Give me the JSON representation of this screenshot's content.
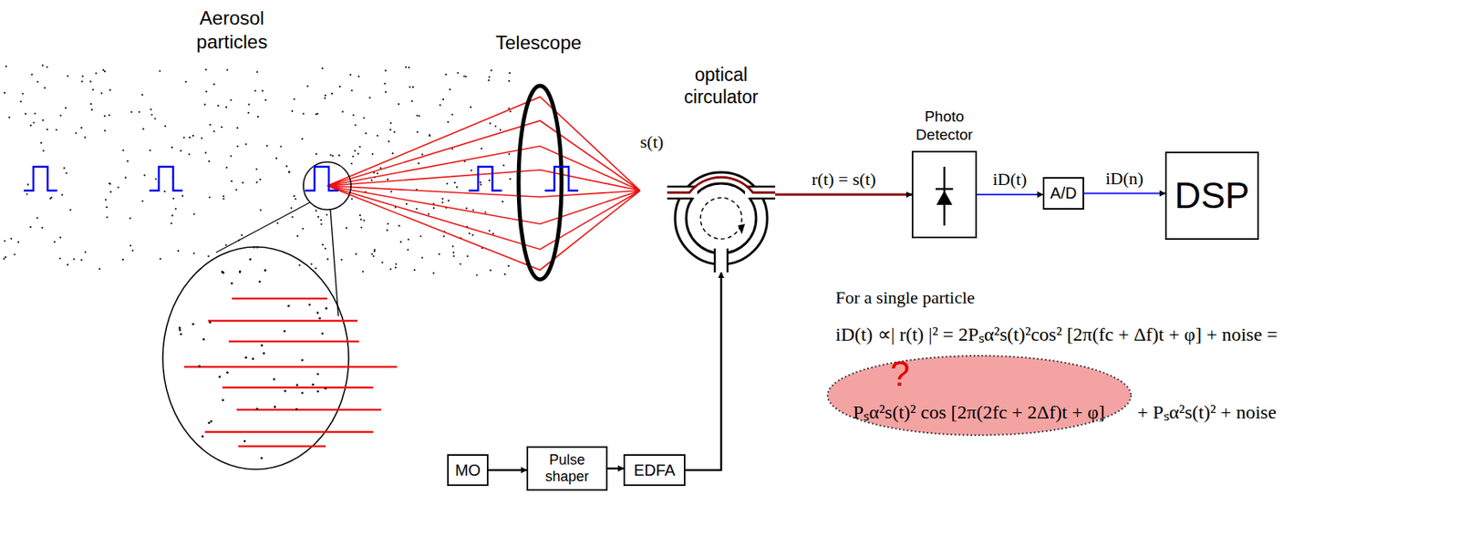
{
  "diagram": {
    "nodes": [
      {
        "text": [
          "optical circulator"
        ]
      },
      {
        "text": [
          "Photo Detector"
        ]
      },
      {
        "text": [
          "A/D"
        ]
      },
      {
        "text": [
          "DSP"
        ]
      },
      {
        "text": [
          "MO"
        ]
      },
      {
        "text": [
          "Pulse shaper"
        ]
      },
      {
        "text": [
          "EDFA"
        ]
      },
      {
        "text": [
          "?",
          "Pₛα²s(t)² cos [2π(2fc + 2Δf)t + φ]"
        ]
      }
    ],
    "edges": [
      {
        "from": 0,
        "to": 1,
        "arrow": "to",
        "label": "r(t) = s(t)"
      },
      {
        "from": 1,
        "to": 2,
        "arrow": "to",
        "label": "iD(t)"
      },
      {
        "from": 2,
        "to": 3,
        "arrow": "to",
        "label": "iD(n)"
      },
      {
        "from": 4,
        "to": 5,
        "arrow": "to"
      },
      {
        "from": 5,
        "to": 6,
        "arrow": "to"
      },
      {
        "from": 6,
        "to": 0,
        "arrow": "to"
      }
    ],
    "labels": [
      "Aerosol particles",
      "Telescope",
      "s(t)",
      "For a single particle",
      "iD(t) ∝| r(t) |² = 2Pₛα²s(t)²cos² [2π(fc + Δf)t + φ] + noise =",
      "+ Pₛα²s(t)² + noise"
    ]
  }
}
